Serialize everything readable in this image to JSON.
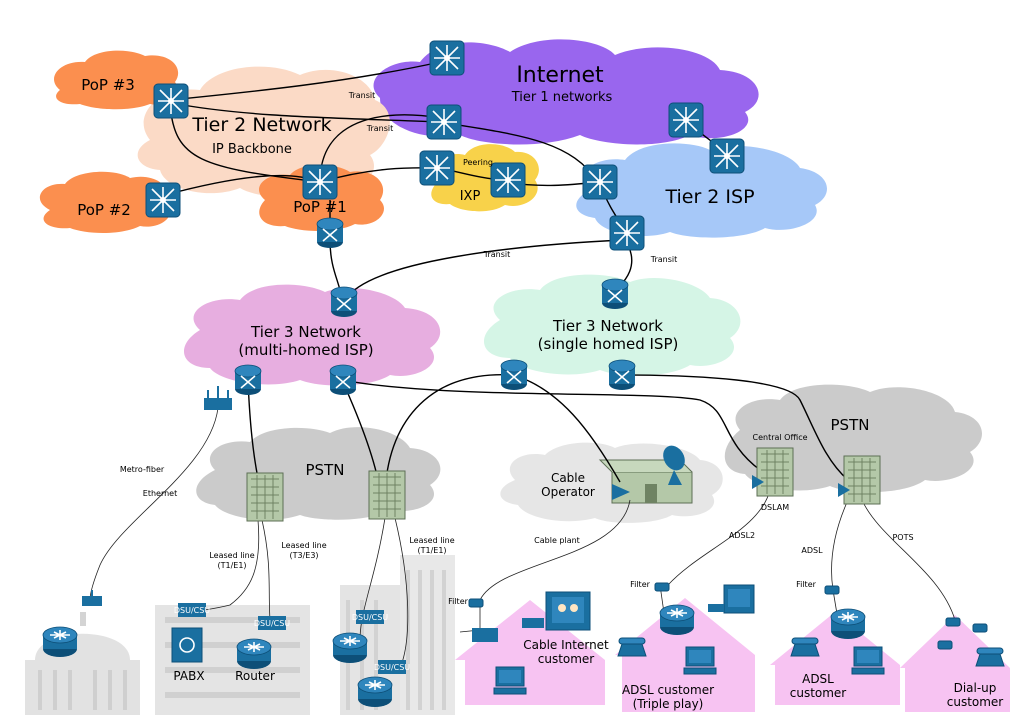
{
  "colors": {
    "internet": "#9966ee",
    "tier2": "#fbdac6",
    "pop": "#fb8f4f",
    "isp": "#a6c8f8",
    "ixp": "#f8d24a",
    "tier3multi": "#e7aee0",
    "tier3single": "#d5f5e6",
    "pstn": "#cbcbcb",
    "cable": "#e6e6e6",
    "house": "#f7c3f2",
    "device": "#1a6fa0",
    "building": "#b4c8a8"
  },
  "clouds": {
    "internet": {
      "title": "Internet",
      "subtitle": "Tier 1 networks"
    },
    "tier2_network": {
      "title": "Tier 2 Network",
      "subtitle": "IP Backbone"
    },
    "pop1": "PoP #1",
    "pop2": "PoP #2",
    "pop3": "PoP #3",
    "ixp": "IXP",
    "tier2_isp": "Tier 2 ISP",
    "tier3_multi": {
      "line1": "Tier 3 Network",
      "line2": "(multi-homed ISP)"
    },
    "tier3_single": {
      "line1": "Tier 3 Network",
      "line2": "(single homed ISP)"
    },
    "pstn_left": "PSTN",
    "pstn_right": "PSTN",
    "cable_operator": {
      "line1": "Cable",
      "line2": "Operator"
    }
  },
  "link_labels": {
    "transit_1": "Transit",
    "transit_2": "Transit",
    "peering": "Peering",
    "transit_3": "Transit",
    "transit_4": "Transit",
    "metro_fiber": "Metro-fiber",
    "ethernet": "Ethernet",
    "leased_t1_left": {
      "line1": "Leased line",
      "line2": "(T1/E1)"
    },
    "leased_t3": {
      "line1": "Leased line",
      "line2": "(T3/E3)"
    },
    "leased_t1_right": {
      "line1": "Leased line",
      "line2": "(T1/E1)"
    },
    "central_office": "Central Office",
    "dslam": "DSLAM",
    "adsl2": "ADSL2",
    "adsl": "ADSL",
    "pots": "POTS",
    "cable_plant": "Cable plant",
    "filter_1": "Filter",
    "filter_2": "Filter",
    "filter_3": "Filter",
    "dsu_1": "DSU/CSU",
    "dsu_2": "DSU/CSU",
    "dsu_3": "DSU/CSU",
    "dsu_4": "DSU/CSU"
  },
  "customers": {
    "pabx": "PABX",
    "router": "Router",
    "cable_internet": {
      "line1": "Cable Internet",
      "line2": "customer"
    },
    "adsl_triple": {
      "line1": "ADSL customer",
      "line2": "(Triple play)"
    },
    "adsl": {
      "line1": "ADSL",
      "line2": "customer"
    },
    "dialup": {
      "line1": "Dial-up",
      "line2": "customer"
    }
  }
}
